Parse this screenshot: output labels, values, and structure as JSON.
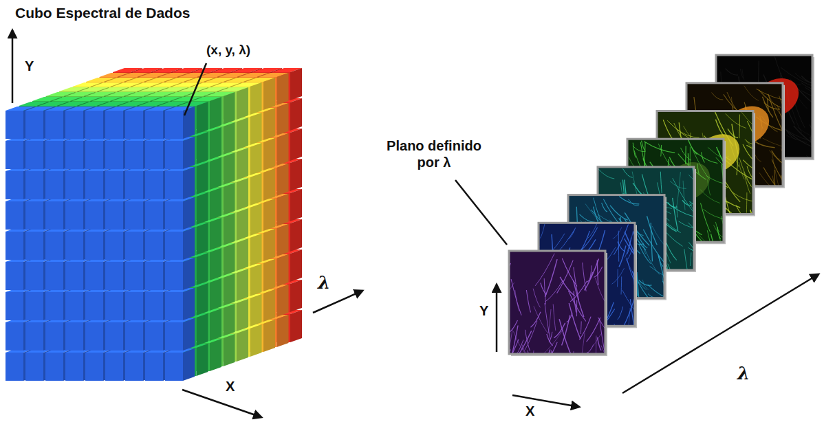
{
  "diagram": {
    "title": "Cubo Espectral de Dados",
    "labels": [
      "(x, y, λ)",
      "Y",
      "λ",
      "X",
      "Plano definido por λ",
      "Y",
      "X",
      "λ"
    ]
  }
}
